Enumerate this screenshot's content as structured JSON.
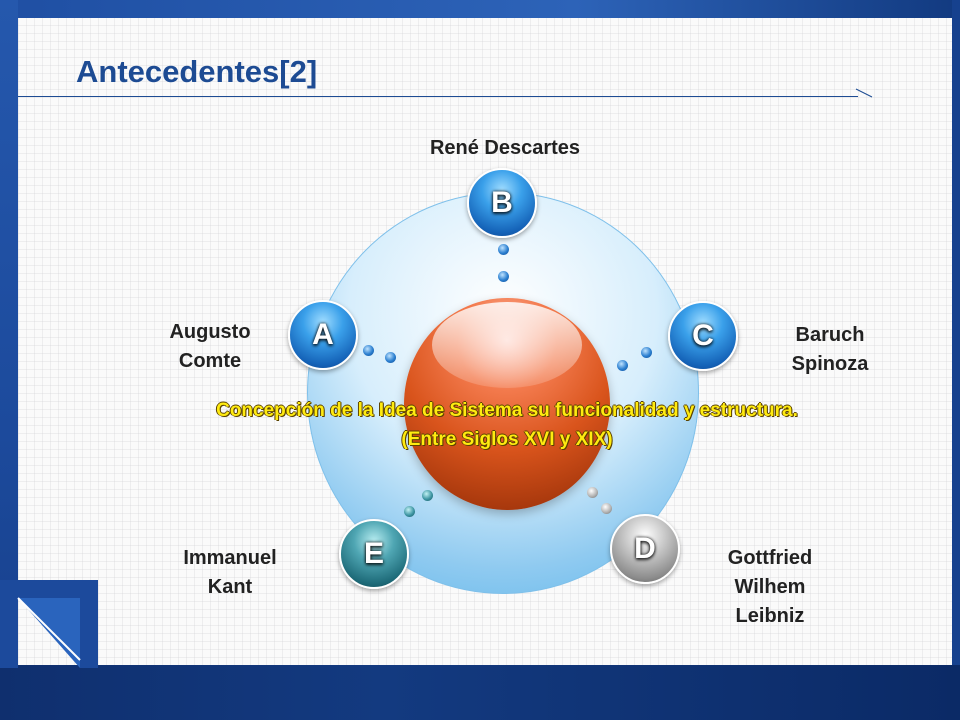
{
  "slide": {
    "title": "Antecedentes[2]"
  },
  "diagram": {
    "nodes": [
      {
        "letter": "A",
        "person": "Augusto\nComte"
      },
      {
        "letter": "B",
        "person": "René Descartes"
      },
      {
        "letter": "C",
        "person": "Baruch\nSpinoza"
      },
      {
        "letter": "D",
        "person": "Gottfried\nWilhem\nLeibniz"
      },
      {
        "letter": "E",
        "person": "Immanuel\nKant"
      }
    ],
    "caption_line1": "Concepción de la Idea de Sistema su funcionalidad y estructura.",
    "caption_line2": "(Entre Siglos XVI y XIX)"
  },
  "colors": {
    "title": "#1d4b93",
    "caption": "#ffeb10",
    "center_sphere": "#d9541c",
    "frame": "#1f4fa3"
  }
}
